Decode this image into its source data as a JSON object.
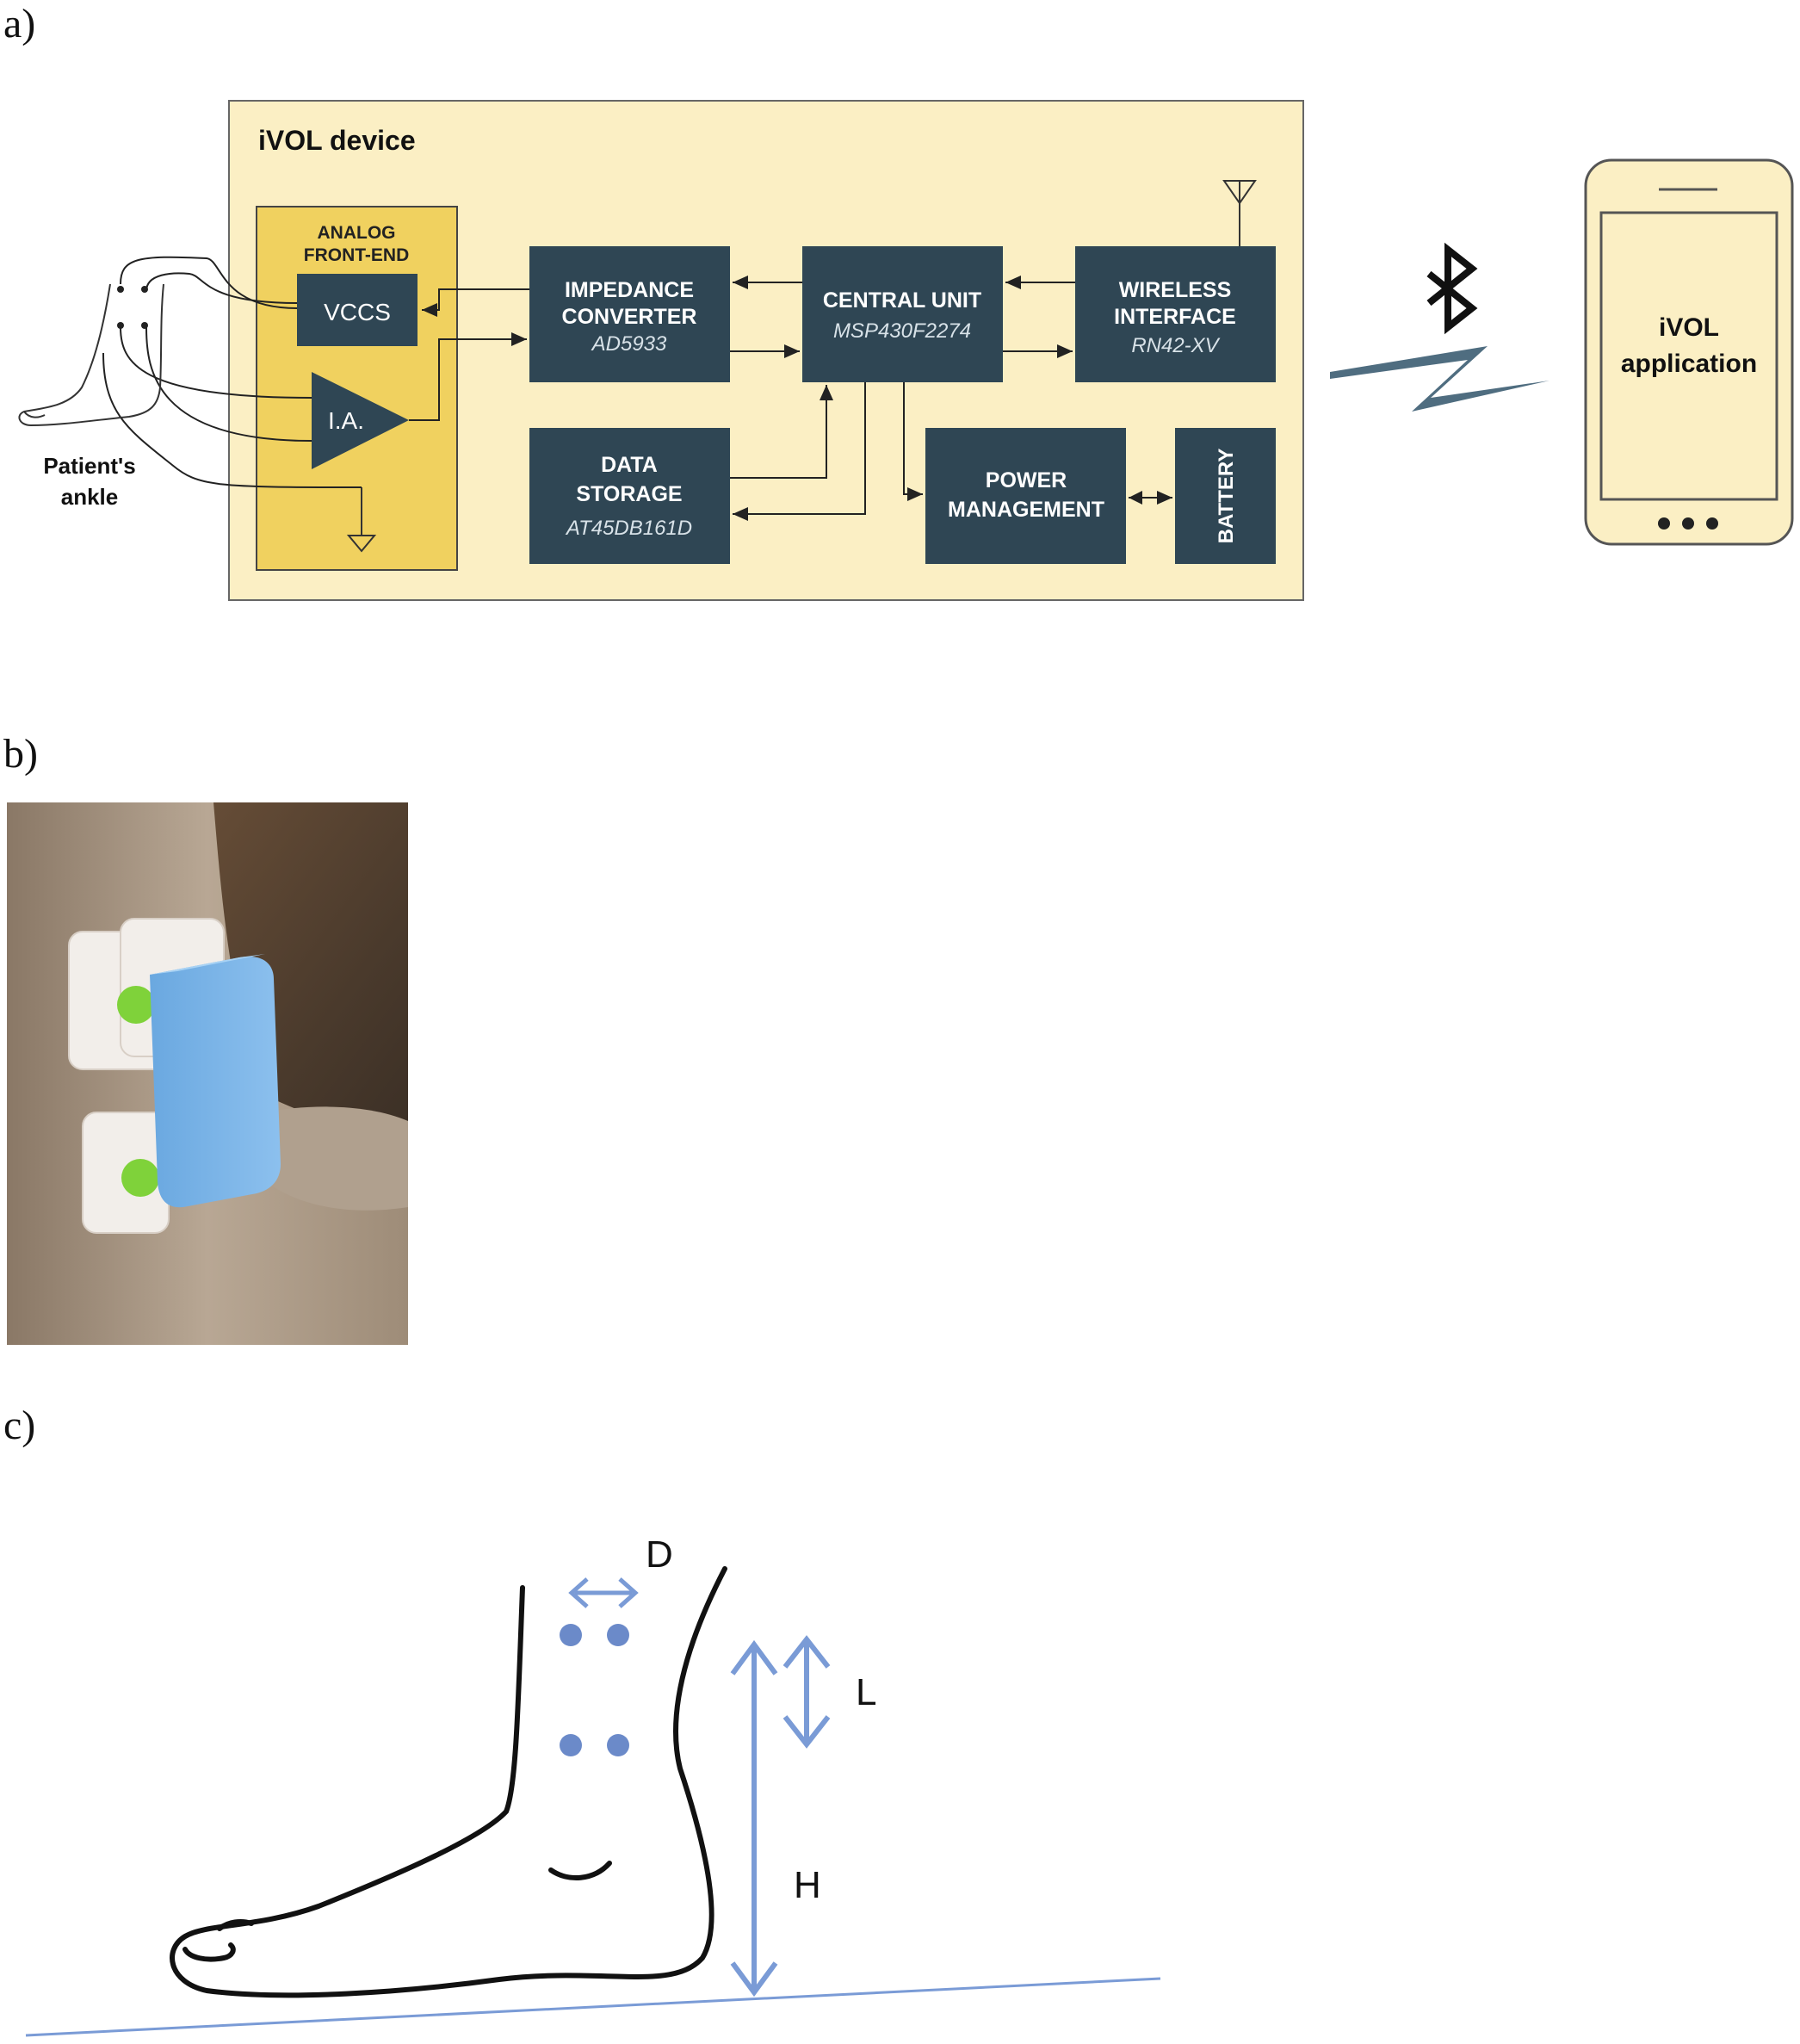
{
  "panels": {
    "a": "a)",
    "b": "b)",
    "c": "c)"
  },
  "device": {
    "title": "iVOL device",
    "afe_title_1": "ANALOG",
    "afe_title_2": "FRONT-END",
    "vccs": "VCCS",
    "ia": "I.A.",
    "impedance_1": "IMPEDANCE",
    "impedance_2": "CONVERTER",
    "impedance_chip": "AD5933",
    "central_1": "CENTRAL UNIT",
    "central_chip": "MSP430F2274",
    "wireless_1": "WIRELESS",
    "wireless_2": "INTERFACE",
    "wireless_chip": "RN42-XV",
    "storage_1": "DATA",
    "storage_2": "STORAGE",
    "storage_chip": "AT45DB161D",
    "power_1": "POWER",
    "power_2": "MANAGEMENT",
    "battery": "BATTERY"
  },
  "patient": {
    "line1": "Patient's",
    "line2": "ankle"
  },
  "phone": {
    "line1": "iVOL",
    "line2": "application"
  },
  "measures": {
    "d": "D",
    "l": "L",
    "h": "H"
  },
  "colors": {
    "device_bg": "#fbefc4",
    "afe_bg": "#f0d15f",
    "block": "#2f4654",
    "phone_body": "#fbefc4",
    "measure_blue": "#7a9bd6",
    "dot": "#6b8ac9"
  }
}
